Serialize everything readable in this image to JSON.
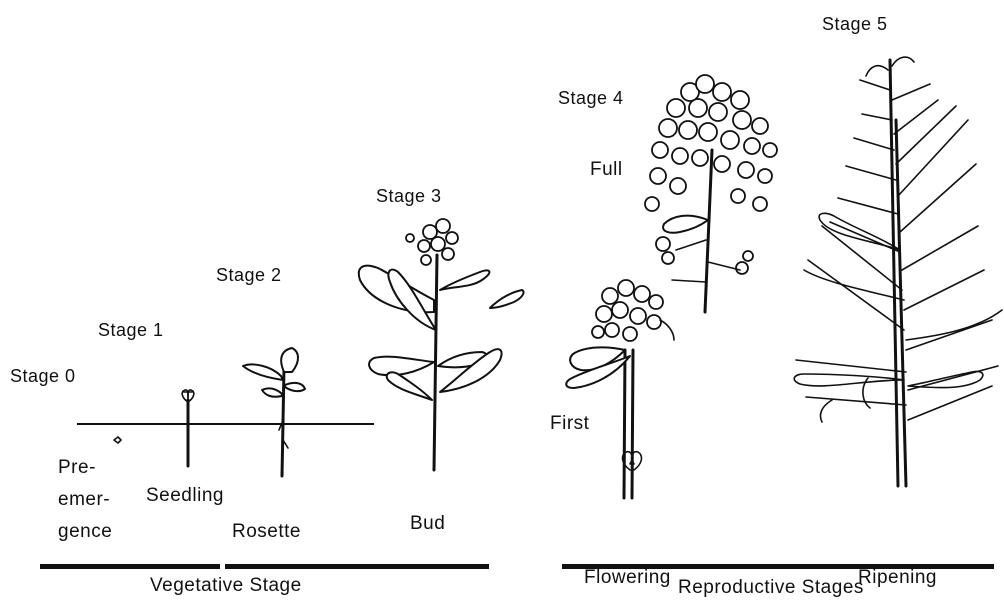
{
  "stage_labels": {
    "s0": "Stage 0",
    "s1": "Stage 1",
    "s2": "Stage 2",
    "s3": "Stage 3",
    "s4": "Stage 4",
    "s5": "Stage 5"
  },
  "growth_labels": {
    "pre1": "Pre-",
    "pre2": "emer-",
    "pre3": "gence",
    "seedling": "Seedling",
    "rosette": "Rosette",
    "bud": "Bud",
    "full": "Full",
    "first": "First",
    "flowering": "Flowering",
    "ripening": "Ripening"
  },
  "phase_labels": {
    "vegetative": "Vegetative Stage",
    "reproductive": "Reproductive Stages"
  }
}
